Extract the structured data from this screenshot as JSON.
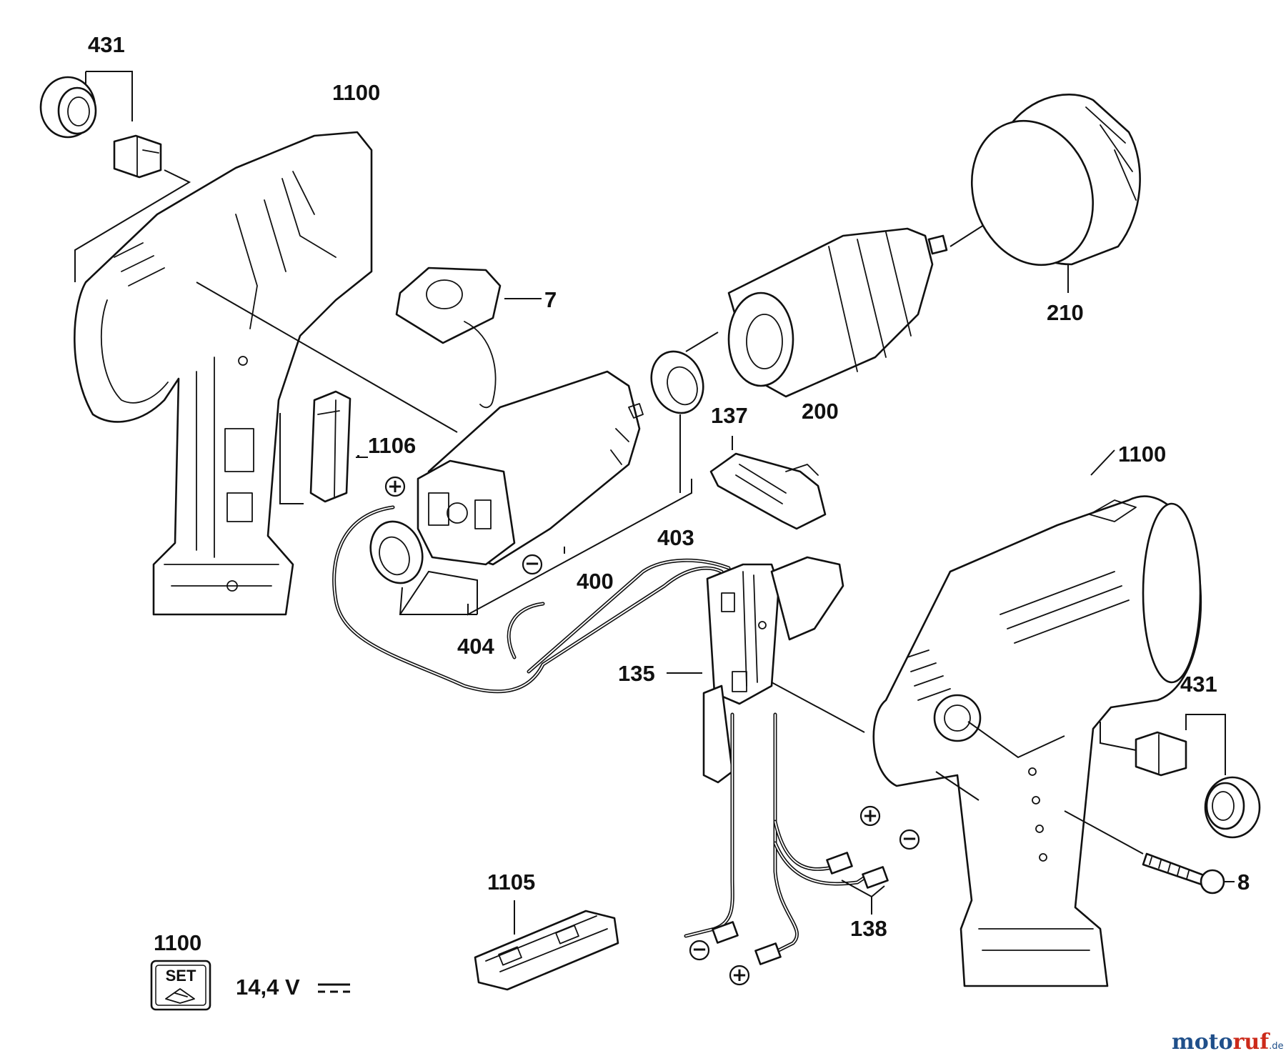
{
  "part_labels": {
    "p431_top": "431",
    "p1100_top": "1100",
    "p7": "7",
    "p210": "210",
    "p200": "200",
    "p1106": "1106",
    "p137": "137",
    "p403": "403",
    "p400": "400",
    "p404": "404",
    "p1100_right": "1100",
    "p135": "135",
    "p431_right": "431",
    "p8": "8",
    "p138": "138",
    "p1105": "1105",
    "p1100_set": "1100"
  },
  "symbols": {
    "plus": "+",
    "minus": "−"
  },
  "set_badge_text": "SET",
  "voltage_label": "14,4 V",
  "watermark": {
    "part1": "moto",
    "part2": "ruf",
    "suffix": ".de"
  }
}
